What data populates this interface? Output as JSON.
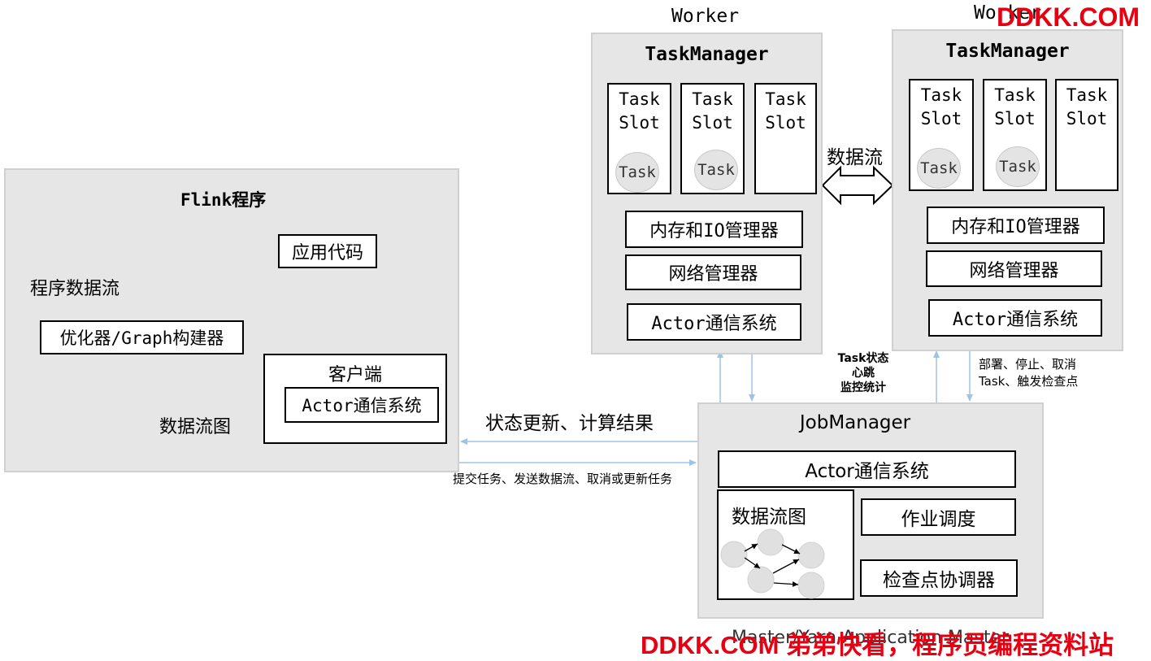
{
  "worker_label_left": "Worker",
  "worker_label_right": "Worker",
  "task_managers": [
    {
      "title": "TaskManager",
      "slots": [
        {
          "label_line1": "Task",
          "label_line2": "Slot",
          "task": "Task"
        },
        {
          "label_line1": "Task",
          "label_line2": "Slot",
          "task": "Task"
        },
        {
          "label_line1": "Task",
          "label_line2": "Slot",
          "task": ""
        }
      ],
      "memory_manager": "内存和IO管理器",
      "network_manager": "网络管理器",
      "actor_system": "Actor通信系统"
    },
    {
      "title": "TaskManager",
      "slots": [
        {
          "label_line1": "Task",
          "label_line2": "Slot",
          "task": "Task"
        },
        {
          "label_line1": "Task",
          "label_line2": "Slot",
          "task": "Task"
        },
        {
          "label_line1": "Task",
          "label_line2": "Slot",
          "task": ""
        }
      ],
      "memory_manager": "内存和IO管理器",
      "network_manager": "网络管理器",
      "actor_system": "Actor通信系统"
    }
  ],
  "data_stream_label": "数据流",
  "flink_program": {
    "title": "Flink程序",
    "app_code": "应用代码",
    "program_dataflow": "程序数据流",
    "optimizer": "优化器/Graph构建器",
    "dataflow_graph_label": "数据流图",
    "client_title": "客户端",
    "client_actor": "Actor通信系统"
  },
  "job_manager": {
    "title": "JobManager",
    "actor_system": "Actor通信系统",
    "dataflow_graph": "数据流图",
    "job_scheduling": "作业调度",
    "checkpoint_coordinator": "检查点协调器",
    "footer_label": "Master/Yarn Application Master"
  },
  "edges": {
    "status_update": "状态更新、计算结果",
    "submit_task": "提交任务、发送数据流、取消或更新任务",
    "heartbeat_line1": "Task状态",
    "heartbeat_line2": "心跳",
    "heartbeat_line3": "监控统计",
    "deploy_line1": "部署、停止、取消",
    "deploy_line2": "Task、触发检查点"
  },
  "watermarks": {
    "top_right": "DDKK.COM",
    "bottom_right": "DDKK.COM 弟弟快看，程序员编程资料站"
  },
  "colors": {
    "panel_bg": "#e6e6e6",
    "arrow_blue": "#9dc3e6",
    "watermark_red": "#e60012"
  }
}
